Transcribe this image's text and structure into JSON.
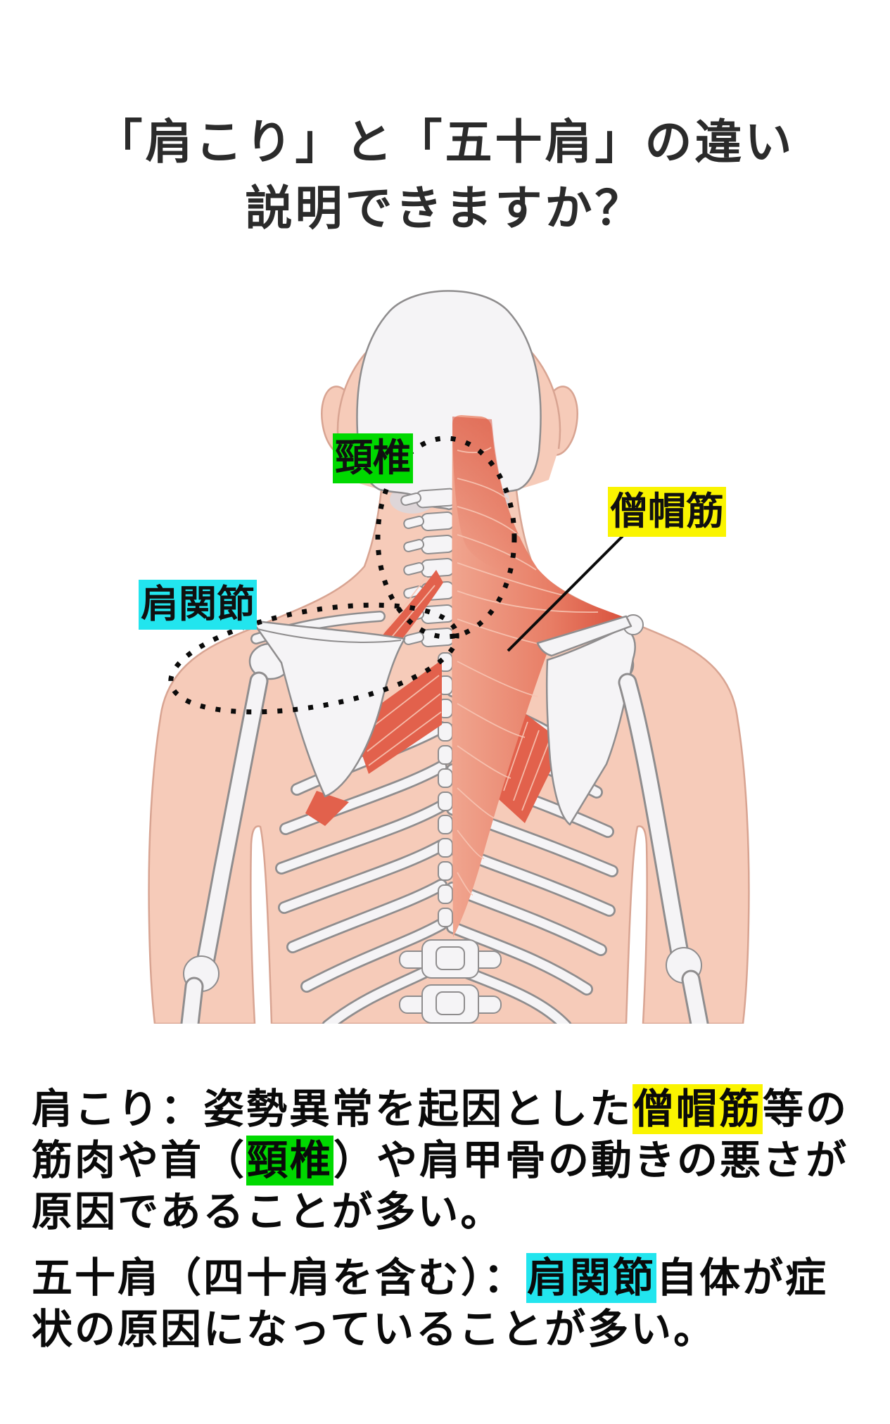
{
  "title": {
    "line1": "「肩こり」と「五十肩」の違い",
    "line2": "説明できますか？"
  },
  "diagram": {
    "labels": {
      "cervical": "頸椎",
      "trapezius": "僧帽筋",
      "shoulder_joint": "肩関節"
    }
  },
  "body_text": {
    "p1": {
      "segments": [
        {
          "text": "肩こり：姿勢異常を起因とした"
        },
        {
          "text": "僧帽筋",
          "highlight": "yellow"
        },
        {
          "text": "等の筋肉や首（"
        },
        {
          "text": "頸椎",
          "highlight": "green"
        },
        {
          "text": "）や肩甲骨の動きの悪さが原因であることが多い。"
        }
      ]
    },
    "p2": {
      "segments": [
        {
          "text": "五十肩（四十肩を含む）："
        },
        {
          "text": "肩関節",
          "highlight": "cyan"
        },
        {
          "text": "自体が症状の原因になっていることが多い。"
        }
      ]
    }
  },
  "colors": {
    "highlight_yellow": "#FAF400",
    "highlight_green": "#00D900",
    "highlight_cyan": "#22E5EE",
    "skin": "#F6CBB9",
    "skin_outline": "#D8A492",
    "bone": "#F5F4F6",
    "bone_outline": "#8F8D8E",
    "muscle": "#E2614C",
    "muscle_light": "#F0A58F",
    "muscle_mid": "#E87E66",
    "muscle_dark": "#D84F3A",
    "muscle_stripe": "#F7C4B2",
    "annotation": "#0B0B0B",
    "title_text": "#2B2B2B",
    "body_text": "#0A0A0A"
  }
}
